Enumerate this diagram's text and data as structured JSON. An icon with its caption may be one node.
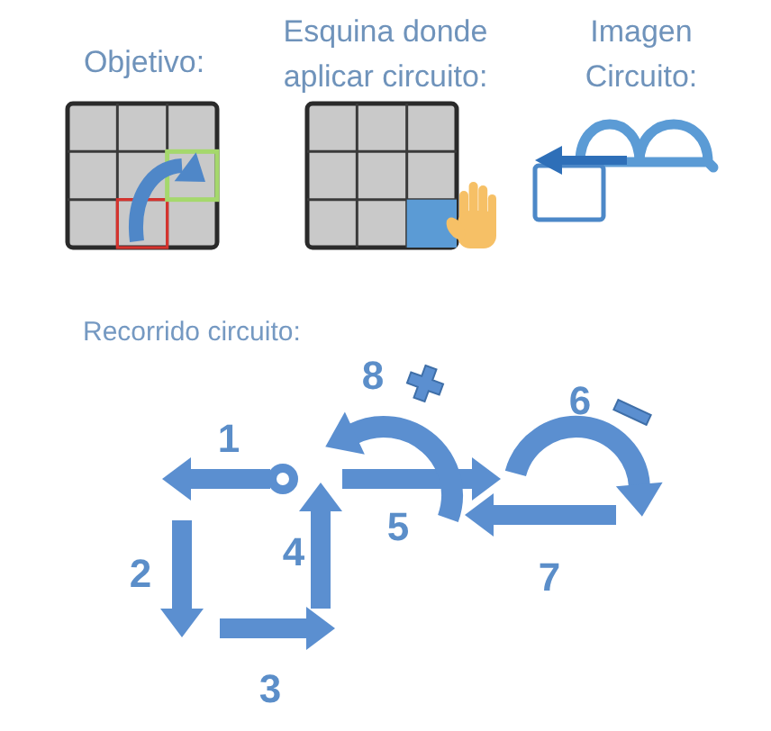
{
  "diagram": {
    "labels": [
      "Objetivo:",
      "Esquina donde aplicar circuito:",
      "Imagen Circuito:",
      "Recorrido circuito:",
      "8",
      "6",
      "1",
      "5",
      "4",
      "2",
      "7",
      "3"
    ]
  }
}
